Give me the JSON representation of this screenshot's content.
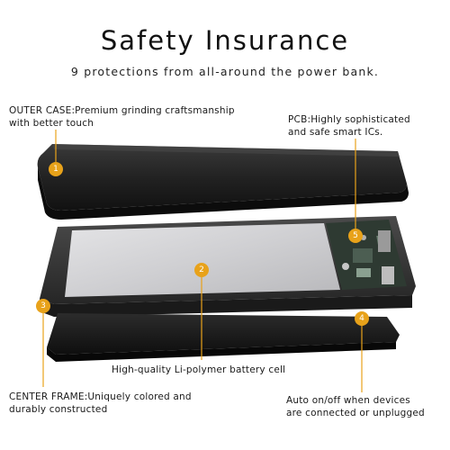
{
  "header": {
    "title": "Safety Insurance",
    "subtitle": "9 protections from all-around the power bank."
  },
  "callouts": {
    "outer_case": {
      "number": "1",
      "line1": "OUTER CASE:Premium grinding craftsmanship",
      "line2": "with better touch"
    },
    "battery": {
      "number": "2",
      "line1": "High-quality Li-polymer battery cell"
    },
    "center_frame": {
      "number": "3",
      "line1": "CENTER FRAME:Uniquely colored and",
      "line2": "durably constructed"
    },
    "auto_onoff": {
      "number": "4",
      "line1": "Auto on/off when devices",
      "line2": "are connected or unplugged"
    },
    "pcb": {
      "number": "5",
      "line1": "PCB:Highly sophisticated",
      "line2": "and safe smart ICs."
    }
  },
  "colors": {
    "badge": "#e8a21a",
    "leader_line": "#e8a21a",
    "case": "#1c1c1c",
    "frame": "#3a3a3a",
    "battery_cell": "#cfcfd1"
  }
}
